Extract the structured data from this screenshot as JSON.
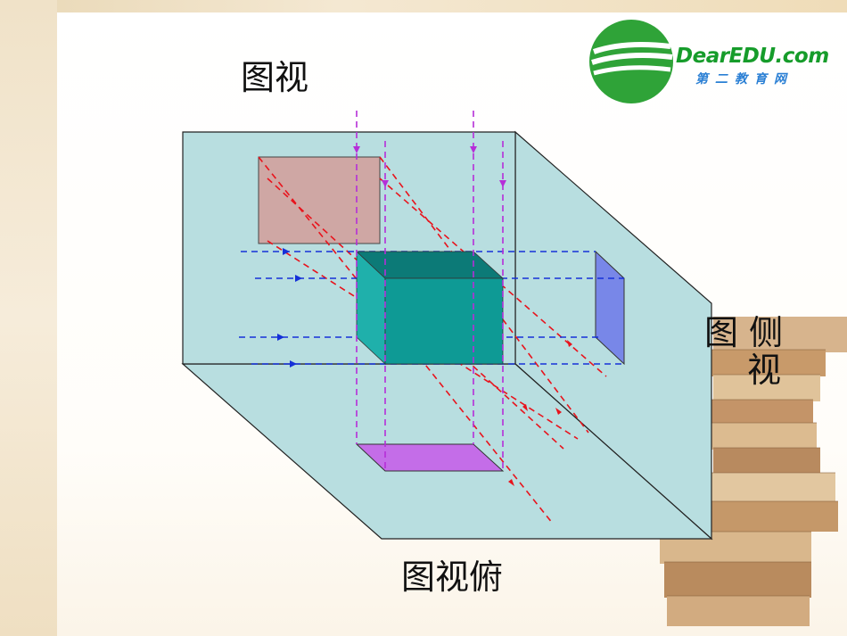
{
  "logo": {
    "brand": "DearEDU.com",
    "subtitle": "第二教育网",
    "colors": {
      "green": "#2fa338",
      "blue": "#2a7fd4"
    }
  },
  "labels": {
    "front_view": "图视",
    "side_view_line1": "图 侧",
    "side_view_line2": "视",
    "top_view": "图视俯"
  },
  "colors": {
    "plane": "#b8dee0",
    "plane_stroke": "#222222",
    "front_projection": "#cfa7a4",
    "side_projection": "#7887e8",
    "top_projection": "#c46de8",
    "cube_front": "#0e9a95",
    "cube_top": "#0c7a77",
    "cube_side_light": "#1fb0ab",
    "projection_lines_red": "#e8131c",
    "projection_lines_blue": "#1530d8",
    "projection_lines_purple": "#b52ed8"
  }
}
